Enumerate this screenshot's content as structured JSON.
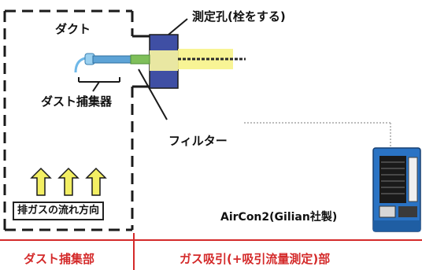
{
  "labels": {
    "duct": "ダクト",
    "measurement_port": "測定孔(栓をする)",
    "dust_collector": "ダスト捕集器",
    "filter": "フィルター",
    "gas_flow_direction": "排ガスの流れ方向",
    "pump_model": "AirCon2(Gilian社製)",
    "section_dust": "ダスト捕集部",
    "section_gas": "ガス吸引(+吸引流量測定)部"
  },
  "colors": {
    "line": "#1a1a1a",
    "section_red": "#d42a2a",
    "arrow_fill": "#f3ef63",
    "port_blue": "#3f4fa4",
    "pump_blue": "#2a73c4",
    "glow": "#f7f38a"
  },
  "icons": {
    "gas_flow": "up-arrow-icon",
    "pump": "pump-device-icon"
  }
}
